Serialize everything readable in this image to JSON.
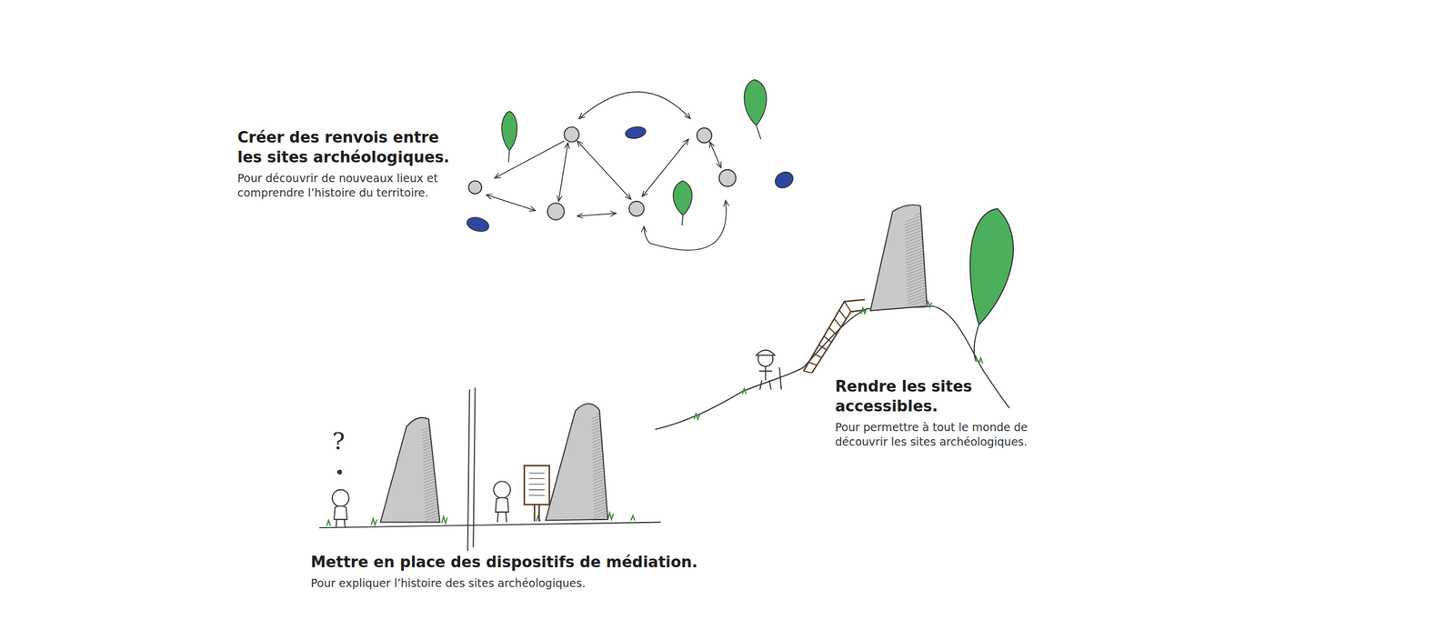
{
  "diagram": {
    "labels": [
      "Créer des renvois entre les sites archéologiques.",
      "Pour découvrir de nouveaux lieux et comprendre l’histoire du territoire.",
      "Rendre les sites accessibles.",
      "Pour permettre à tout le monde de découvrir les sites archéologiques.",
      "Mettre en place des dispositifs de médiation.",
      "Pour expliquer l’histoire des sites archéologiques.",
      "?"
    ]
  }
}
